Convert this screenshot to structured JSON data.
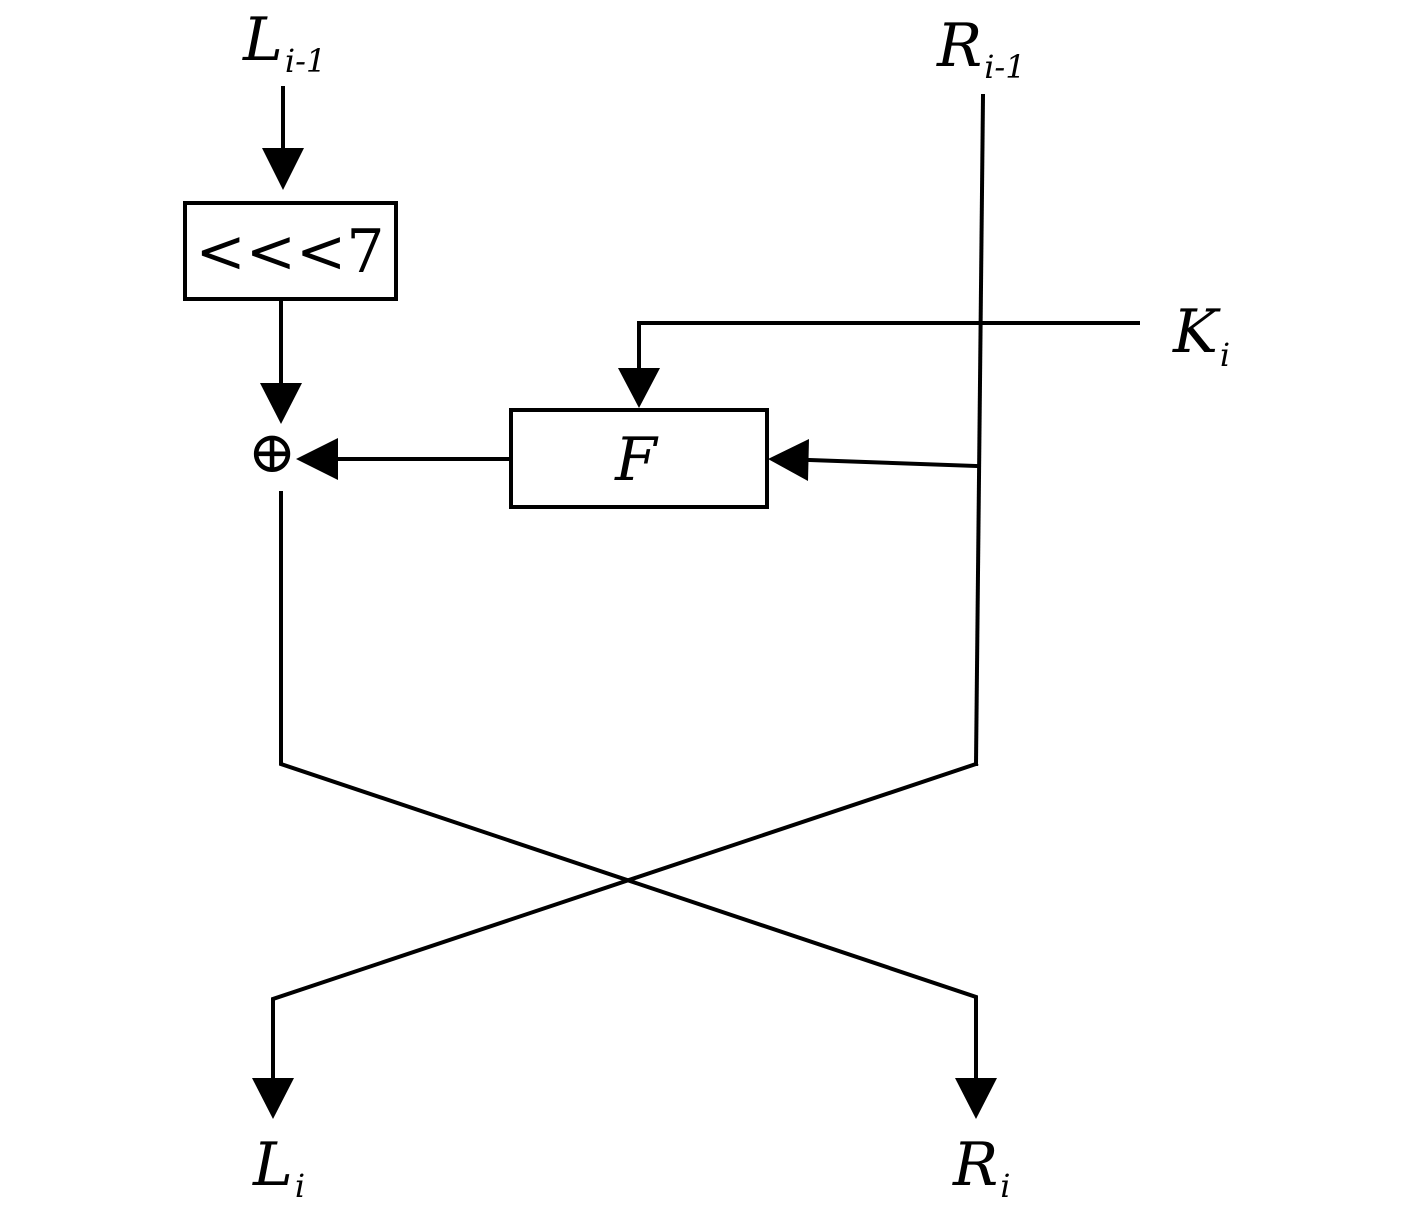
{
  "labels": {
    "L_prev": {
      "symbol": "L",
      "subscript": "i-1"
    },
    "R_prev": {
      "symbol": "R",
      "subscript": "i-1"
    },
    "K": {
      "symbol": "K",
      "subscript": "i"
    },
    "L_out": {
      "symbol": "L",
      "subscript": "i"
    },
    "R_out": {
      "symbol": "R",
      "subscript": "i"
    }
  },
  "rotate_box": {
    "label": "<<<7"
  },
  "f_box": {
    "label": "F"
  },
  "xor_symbol": "⊕"
}
